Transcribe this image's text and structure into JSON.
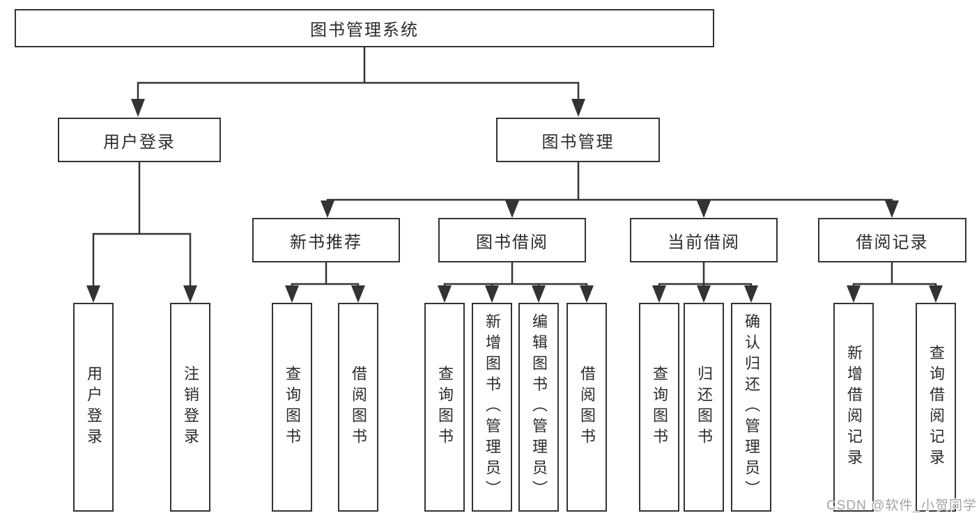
{
  "tree": {
    "root": "图书管理系统",
    "branches": [
      {
        "label": "用户登录",
        "children": [
          "用户登录",
          "注销登录"
        ]
      },
      {
        "label": "图书管理",
        "sections": [
          {
            "label": "新书推荐",
            "children": [
              "查询图书",
              "借阅图书"
            ]
          },
          {
            "label": "图书借阅",
            "children": [
              "查询图书",
              "新增图书（管理员）",
              "编辑图书（管理员）",
              "借阅图书"
            ]
          },
          {
            "label": "当前借阅",
            "children": [
              "查询图书",
              "归还图书",
              "确认归还（管理员）"
            ]
          },
          {
            "label": "借阅记录",
            "children": [
              "新增借阅记录",
              "查询借阅记录"
            ]
          }
        ]
      }
    ]
  },
  "watermark": "CSDN @软件_小贺同学",
  "colors": {
    "line": "#333333",
    "text": "#2b2b2b",
    "watermark": "#a3a3a3",
    "background": "#ffffff"
  }
}
